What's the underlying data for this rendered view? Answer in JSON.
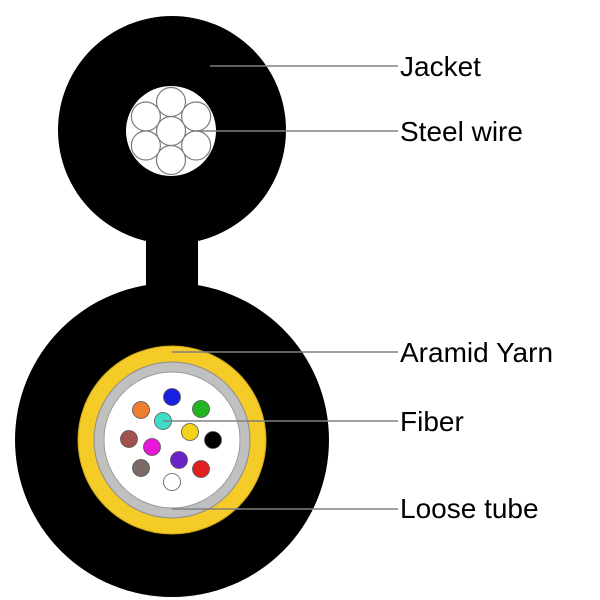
{
  "labels": {
    "jacket": "Jacket",
    "steel_wire": "Steel wire",
    "aramid_yarn": "Aramid Yarn",
    "fiber": "Fiber",
    "loose_tube": "Loose tube"
  },
  "colors": {
    "jacket": "#000000",
    "steel_wire": "#ffffff",
    "aramid_yarn": "#f5cb27",
    "loose_tube": "#c0c0c0",
    "tube_interior": "#ffffff",
    "leader_line": "#808080"
  },
  "fibers": [
    {
      "color_name": "blue",
      "color": "#1a20e0"
    },
    {
      "color_name": "orange",
      "color": "#ed7d31"
    },
    {
      "color_name": "aqua",
      "color": "#3fdcc8"
    },
    {
      "color_name": "green",
      "color": "#22b422"
    },
    {
      "color_name": "brown",
      "color": "#a0524e"
    },
    {
      "color_name": "rose",
      "color": "#e818d8"
    },
    {
      "color_name": "yellow",
      "color": "#f2d21a"
    },
    {
      "color_name": "black",
      "color": "#000000"
    },
    {
      "color_name": "slate",
      "color": "#7c6a66"
    },
    {
      "color_name": "violet",
      "color": "#6a22c8"
    },
    {
      "color_name": "red",
      "color": "#e02020"
    },
    {
      "color_name": "white",
      "color": "#ffffff"
    }
  ]
}
